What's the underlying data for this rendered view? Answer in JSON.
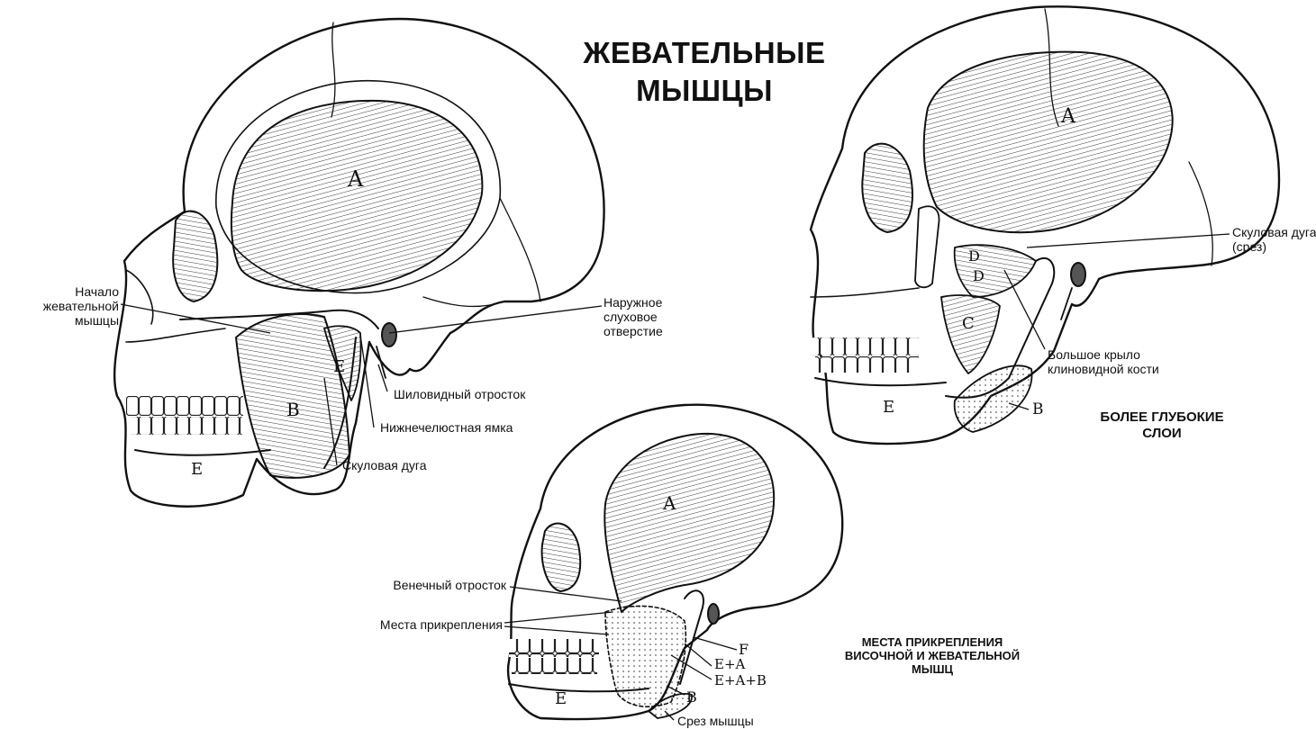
{
  "title": [
    "ЖЕВАТЕЛЬНЫЕ",
    "МЫШЦЫ"
  ],
  "captions": {
    "deeper": [
      "БОЛЕЕ ГЛУБОКИЕ",
      "СЛОИ"
    ],
    "attachments": [
      "МЕСТА ПРИКРЕПЛЕНИЯ",
      "ВИСОЧНОЙ И ЖЕВАТЕЛЬНОЙ",
      "МЫШЦ"
    ]
  },
  "skull_left": {
    "labels": {
      "masseter_origin": [
        "Начало",
        "жевательной",
        "мышцы"
      ],
      "ear_canal": [
        "Наружное",
        "слуховое",
        "отверстие"
      ],
      "styloid": "Шиловидный отросток",
      "mandibular_fossa": "Нижнечелюстная ямка",
      "zygomatic_arch": "Скуловая дуга"
    },
    "letters": {
      "a": "A",
      "b": "B",
      "e1": "E",
      "e2": "E"
    }
  },
  "skull_right": {
    "labels": {
      "zygomatic_cut": [
        "Скуловая дуга",
        "(срез)"
      ],
      "sphenoid_wing": [
        "Большое крыло",
        "клиновидной кости"
      ]
    },
    "letters": {
      "a": "A",
      "b": "B",
      "c": "C",
      "d1": "D",
      "d2": "D",
      "e": "E"
    }
  },
  "skull_bottom": {
    "labels": {
      "coronoid": "Венечный отросток",
      "attachments": "Места прикрепления",
      "muscle_cut": "Срез мышцы"
    },
    "letters": {
      "a": "A",
      "b": "B",
      "e": "E",
      "f": "F",
      "ea": "E+A",
      "eab": "E+A+B"
    }
  }
}
